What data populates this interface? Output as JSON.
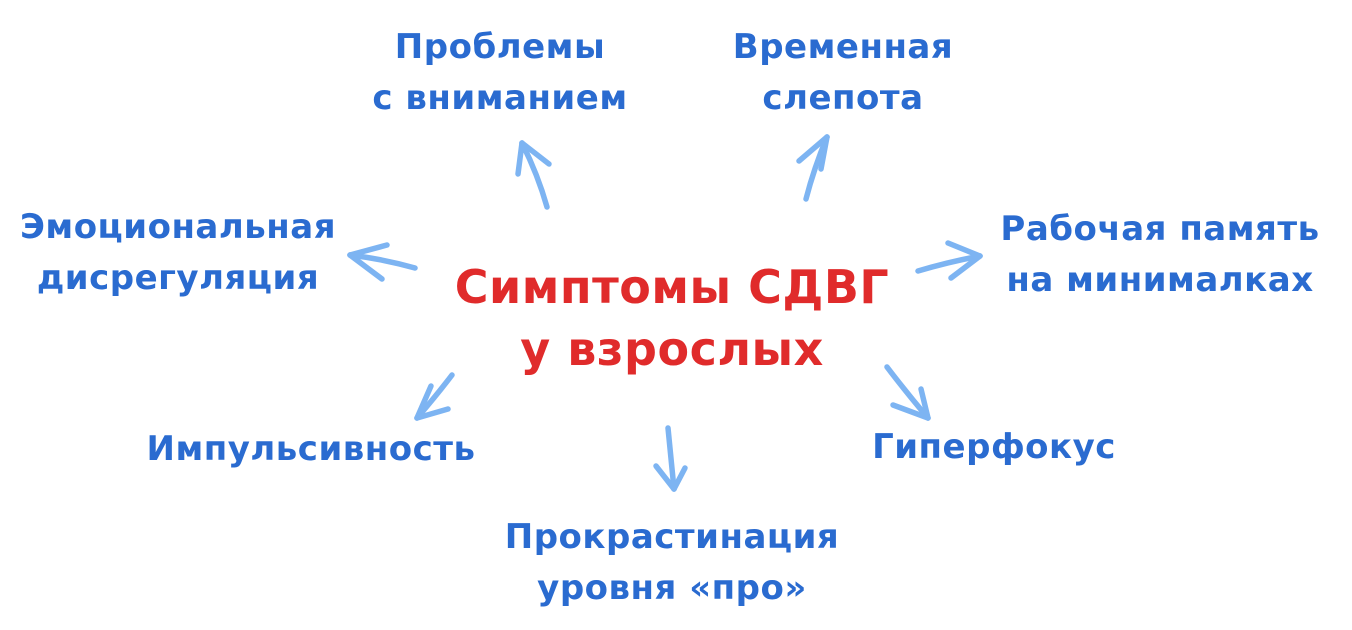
{
  "diagram": {
    "language": "ru",
    "center": {
      "lines": [
        "Симптомы СДВГ",
        "у взрослых"
      ]
    },
    "nodes": {
      "attention": {
        "lines": [
          "Проблемы",
          "с вниманием"
        ],
        "position": "top-left"
      },
      "time_blindness": {
        "lines": [
          "Временная",
          "слепота"
        ],
        "position": "top-right"
      },
      "emotional_dysregulation": {
        "lines": [
          "Эмоциональная",
          "дисрегуляция"
        ],
        "position": "left"
      },
      "working_memory": {
        "lines": [
          "Рабочая память",
          "на минималках"
        ],
        "position": "right"
      },
      "impulsivity": {
        "lines": [
          "Импульсивность"
        ],
        "position": "bottom-left"
      },
      "hyperfocus": {
        "lines": [
          "Гиперфокус"
        ],
        "position": "bottom-right"
      },
      "procrastination": {
        "lines": [
          "Прокрастинация",
          "уровня «про»"
        ],
        "position": "bottom"
      }
    },
    "arrows": [
      "center-to-attention",
      "center-to-time-blindness",
      "center-to-emotional-dysregulation",
      "center-to-working-memory",
      "center-to-impulsivity",
      "center-to-procrastination",
      "center-to-hyperfocus"
    ],
    "colors": {
      "center_text": "#e02b2b",
      "node_text": "#2a6bd0",
      "arrow": "#7db4f2",
      "background": "#ffffff"
    }
  }
}
